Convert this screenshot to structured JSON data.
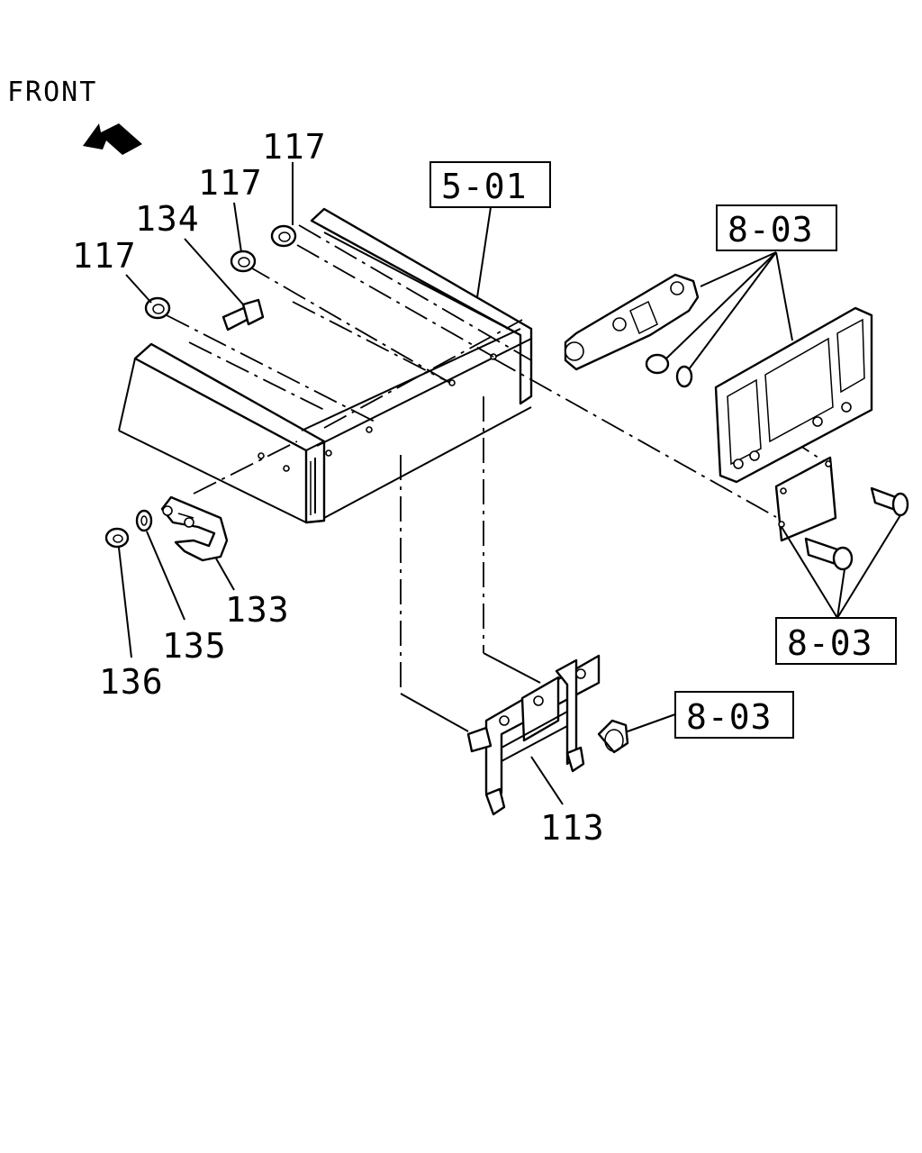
{
  "direction": "FRONT",
  "callouts": {
    "c117a": "117",
    "c117b": "117",
    "c117c": "117",
    "c134": "134",
    "c133": "133",
    "c135": "135",
    "c136": "136",
    "c113": "113"
  },
  "references": {
    "r501": "5-01",
    "r803a": "8-03",
    "r803b": "8-03",
    "r803c": "8-03"
  }
}
